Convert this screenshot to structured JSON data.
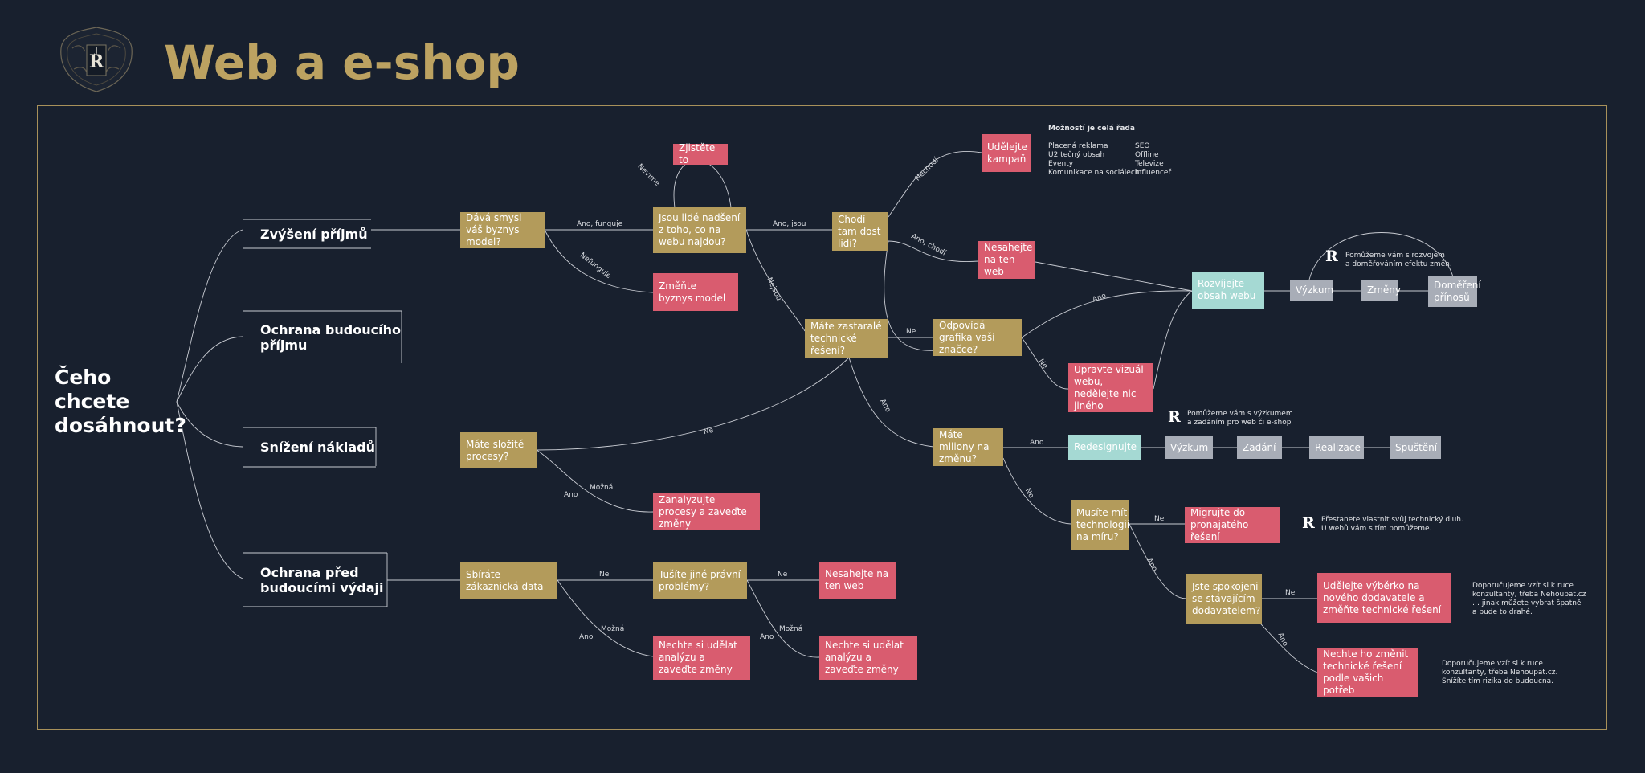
{
  "title": "Web a e-shop",
  "question": "Čeho chcete dosáhnout?",
  "categories": {
    "c1": "Zvýšení příjmů",
    "c2": "Ochrana budoucího příjmu",
    "c3": "Snížení nákladů",
    "c4": "Ochrana před budoucími výdaji"
  },
  "nodes": {
    "g1": "Dává smysl váš byznys model?",
    "g2": "Jsou lidé nadšení z toho, co na webu najdou?",
    "g3": "Chodí tam dost lidí?",
    "g4": "Máte zastaralé technické řešení?",
    "g5": "Odpovídá grafika vaší značce?",
    "g6": "Máte miliony na změnu?",
    "g7": "Musíte mít technologii na míru?",
    "g8": "Jste spokojeni se stávajícím dodavatelem?",
    "g9": "Máte složité procesy?",
    "g10": "Sbíráte zákaznická data",
    "g11": "Tušíte jiné právní problémy?",
    "p1": "Zjistěte to",
    "p2": "Udělejte kampaň",
    "p3": "Nesahejte na ten web",
    "p4": "Změňte byznys model",
    "p5": "Upravte vizuál webu, nedělejte nic jiného",
    "p6": "Migrujte do pronajatého řešení",
    "p7": "Udělejte výběrko na nového dodavatele a změňte technické řešení",
    "p8": "Nechte ho změnit technické řešení podle vašich potřeb",
    "p9": "Zanalyzujte procesy a zaveďte změny",
    "p10": "Nesahejte na ten web",
    "p11": "Nechte si udělat analýzu a zaveďte změny",
    "p12": "Nechte si udělat analýzu a zaveďte změny",
    "t1": "Rozvíjejte obsah webu",
    "t2": "Redesignujte",
    "s1": "Výzkum",
    "s2": "Změny",
    "s3": "Doměření přínosů",
    "s4": "Výzkum",
    "s5": "Zadání",
    "s6": "Realizace",
    "s7": "Spuštění"
  },
  "edge_labels": {
    "ano_funguje": "Ano, funguje",
    "nefunguje": "Nefunguje",
    "nevime": "Nevíme",
    "ano_jsou": "Ano, jsou",
    "nejsou": "Nejsou",
    "nechodi": "Nechodí",
    "ano_chodi": "Ano, chodí",
    "ne_g4g5": "Ne",
    "ano_g4g6": "Ano",
    "ano_g5": "Ano",
    "ne_g5": "Ne",
    "ano_g6": "Ano",
    "ne_g6": "Ne",
    "ne_g7": "Ne",
    "ano_g7": "Ano",
    "ne_g8": "Ne",
    "ano_g8": "Ano",
    "ne_g9": "Ne",
    "mozna_g9": "Možná",
    "ano_g9": "Ano",
    "ne_g10": "Ne",
    "mozna_g10": "Možná",
    "ano_g10": "Ano",
    "ne_g11": "Ne",
    "mozna_g11": "Možná",
    "ano_g11": "Ano"
  },
  "notes": {
    "options_title": "Možností je celá řada",
    "options_left": [
      "Placená reklama",
      "U2 tečný obsah",
      "Eventy",
      "Komunikace na sociálech"
    ],
    "options_right": [
      "SEO",
      "Offline",
      "Televize",
      "Influenceř"
    ],
    "help_growth": [
      "Pomůžeme vám s rozvojem",
      "a doměřováním efektu změn."
    ],
    "help_research": [
      "Pomůžeme vám s výzkumem",
      "a zadáním pro web či e-shop"
    ],
    "help_tech": [
      "Přestanete vlastnit svůj technický dluh.",
      "U webů vám s tím pomůžeme."
    ],
    "advice_p7": [
      "Doporučujeme vzít si k ruce",
      "konzultanty, třeba Nehoupat.cz",
      "… jinak můžete vybrat špatně",
      "a bude to drahé."
    ],
    "advice_p8": [
      "Doporučujeme vzít si k ruce",
      "konzultanty, třeba Nehoupat.cz.",
      "Snížíte tím rizika do budoucna."
    ]
  },
  "colors": {
    "background": "#18202e",
    "gold": "#b39b5b",
    "pink": "#d95c6f",
    "teal": "#a5d9d3",
    "grey": "#a8adb7",
    "title": "#bca261"
  },
  "icons": [
    "crest-logo-icon",
    "jr-monogram-icon"
  ]
}
